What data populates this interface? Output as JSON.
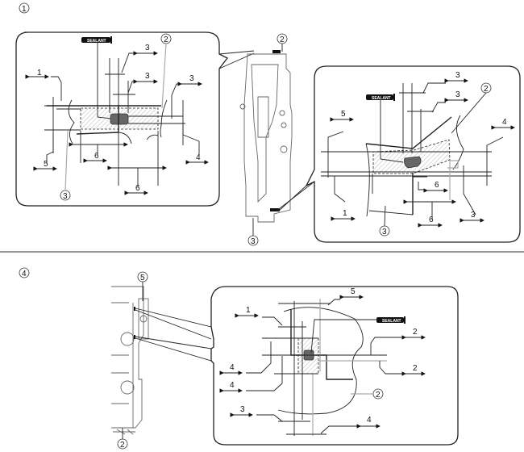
{
  "figure": {
    "section_markers": [
      "1",
      "4"
    ],
    "callouts": {
      "two": "2",
      "three": "3",
      "five": "5"
    },
    "sealant_label": "SEALANT",
    "panel_1a": {
      "dims": [
        "1",
        "3",
        "3",
        "3",
        "4",
        "5",
        "6",
        "6"
      ]
    },
    "panel_1b": {
      "dims": [
        "3",
        "3",
        "4",
        "5",
        "1",
        "6",
        "6",
        "3"
      ]
    },
    "panel_4": {
      "dims": [
        "1",
        "5",
        "2",
        "2",
        "4",
        "4",
        "3",
        "4"
      ]
    }
  }
}
